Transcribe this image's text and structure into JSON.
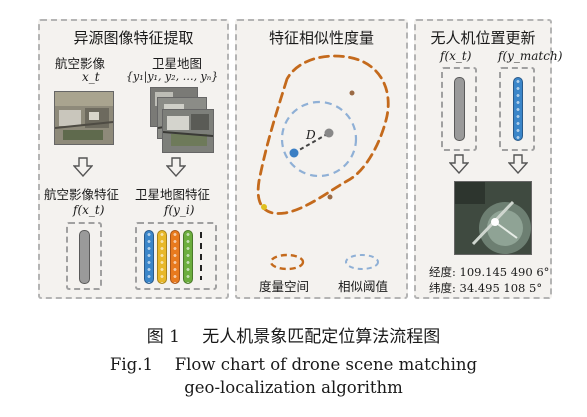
{
  "panel1": {
    "title": "异源图像特征提取",
    "aerial_label": "航空影像",
    "aerial_var": "x_t",
    "sat_label": "卫星地图",
    "sat_set": "{y₁|y₁, y₂, …, yₙ}",
    "aerial_feat_label": "航空影像特征",
    "sat_feat_label": "卫星地图特征",
    "aerial_func": "f(x_t)",
    "sat_func": "f(y_i)"
  },
  "panel2": {
    "title": "特征相似性度量",
    "distance_label": "D",
    "legend_space": "度量空间",
    "legend_threshold": "相似阈值"
  },
  "panel3": {
    "title": "无人机位置更新",
    "func_x": "f(x_t)",
    "func_y": "f(y_match)",
    "longitude": "经度: 109.145 490 6°",
    "latitude": "纬度: 34.495 108 5°"
  },
  "caption": {
    "cn": "图 1　 无人机景象匹配定位算法流程图",
    "en_line1": "Fig.1　 Flow chart of drone scene matching",
    "en_line2": "geo-localization algorithm"
  },
  "colors": {
    "panel_bg": "#f4f2ef",
    "panel_border": "#b4b4b4",
    "orange_dashed": "#c46a1c",
    "blue_dashed": "#8fb0d6",
    "blue_point": "#3b7fc4",
    "gray_point": "#888888",
    "brown_point": "#9a6a44",
    "yellow_point": "#e0c020",
    "feature_bar_gray": "#9a9a9a",
    "feature_bar_blue": "#3b86c9",
    "feature_bar_yellow": "#e8b82a",
    "feature_bar_orange": "#e87a1e",
    "feature_bar_green": "#6cae3e"
  }
}
